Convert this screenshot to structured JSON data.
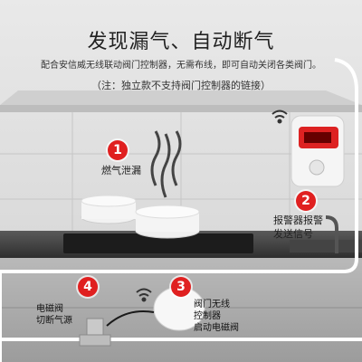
{
  "header": {
    "title": "发现漏气、自动断气",
    "subtitle": "配合安信威无线联动阀门控制器，无需布线，即可自动关闭各类阀门。",
    "note": "（注：独立款不支持阀门控制器的链接）"
  },
  "steps": [
    {
      "number": "1",
      "label_line1": "燃气泄漏",
      "label_line2": ""
    },
    {
      "number": "2",
      "label_line1": "报警器报警",
      "label_line2": "发送信号"
    },
    {
      "number": "3",
      "label_line1": "阀门无线",
      "label_line2": "控制器",
      "label_line3": "启动电磁阀"
    },
    {
      "number": "4",
      "label_line1": "电磁阀",
      "label_line2": "切断气源"
    }
  ],
  "colors": {
    "accent": "#e02020",
    "pipe": "#ffffff",
    "cable": "#1a1a1a"
  },
  "icons": {
    "wifi_alarm": "wifi-signal-icon",
    "wifi_controller": "wifi-signal-icon"
  }
}
